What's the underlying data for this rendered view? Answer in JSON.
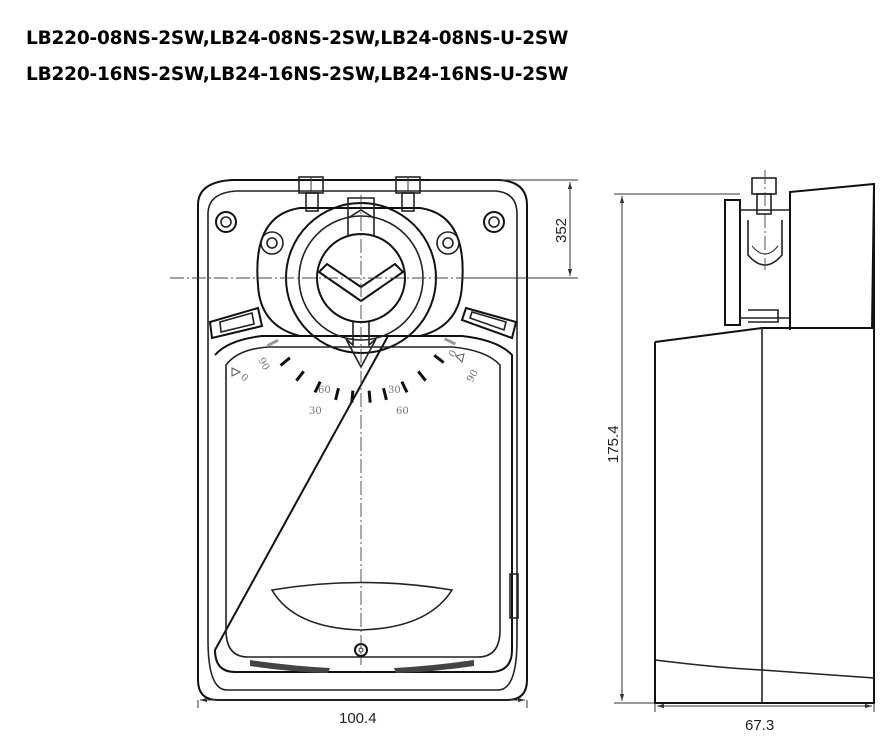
{
  "titles": {
    "line1": "LB220-08NS-2SW,LB24-08NS-2SW,LB24-08NS-U-2SW",
    "line2": "LB220-16NS-2SW,LB24-16NS-2SW,LB24-16NS-U-2SW"
  },
  "dimensions": {
    "front_width": "100.4",
    "side_width": "67.3",
    "height": "175.4",
    "shaft_offset": "352"
  },
  "scale_left": {
    "s90": "90",
    "s0": "0",
    "s60": "60",
    "s30": "30"
  },
  "scale_right": {
    "s0": "0",
    "s90": "90",
    "s30": "30",
    "s60": "60"
  }
}
